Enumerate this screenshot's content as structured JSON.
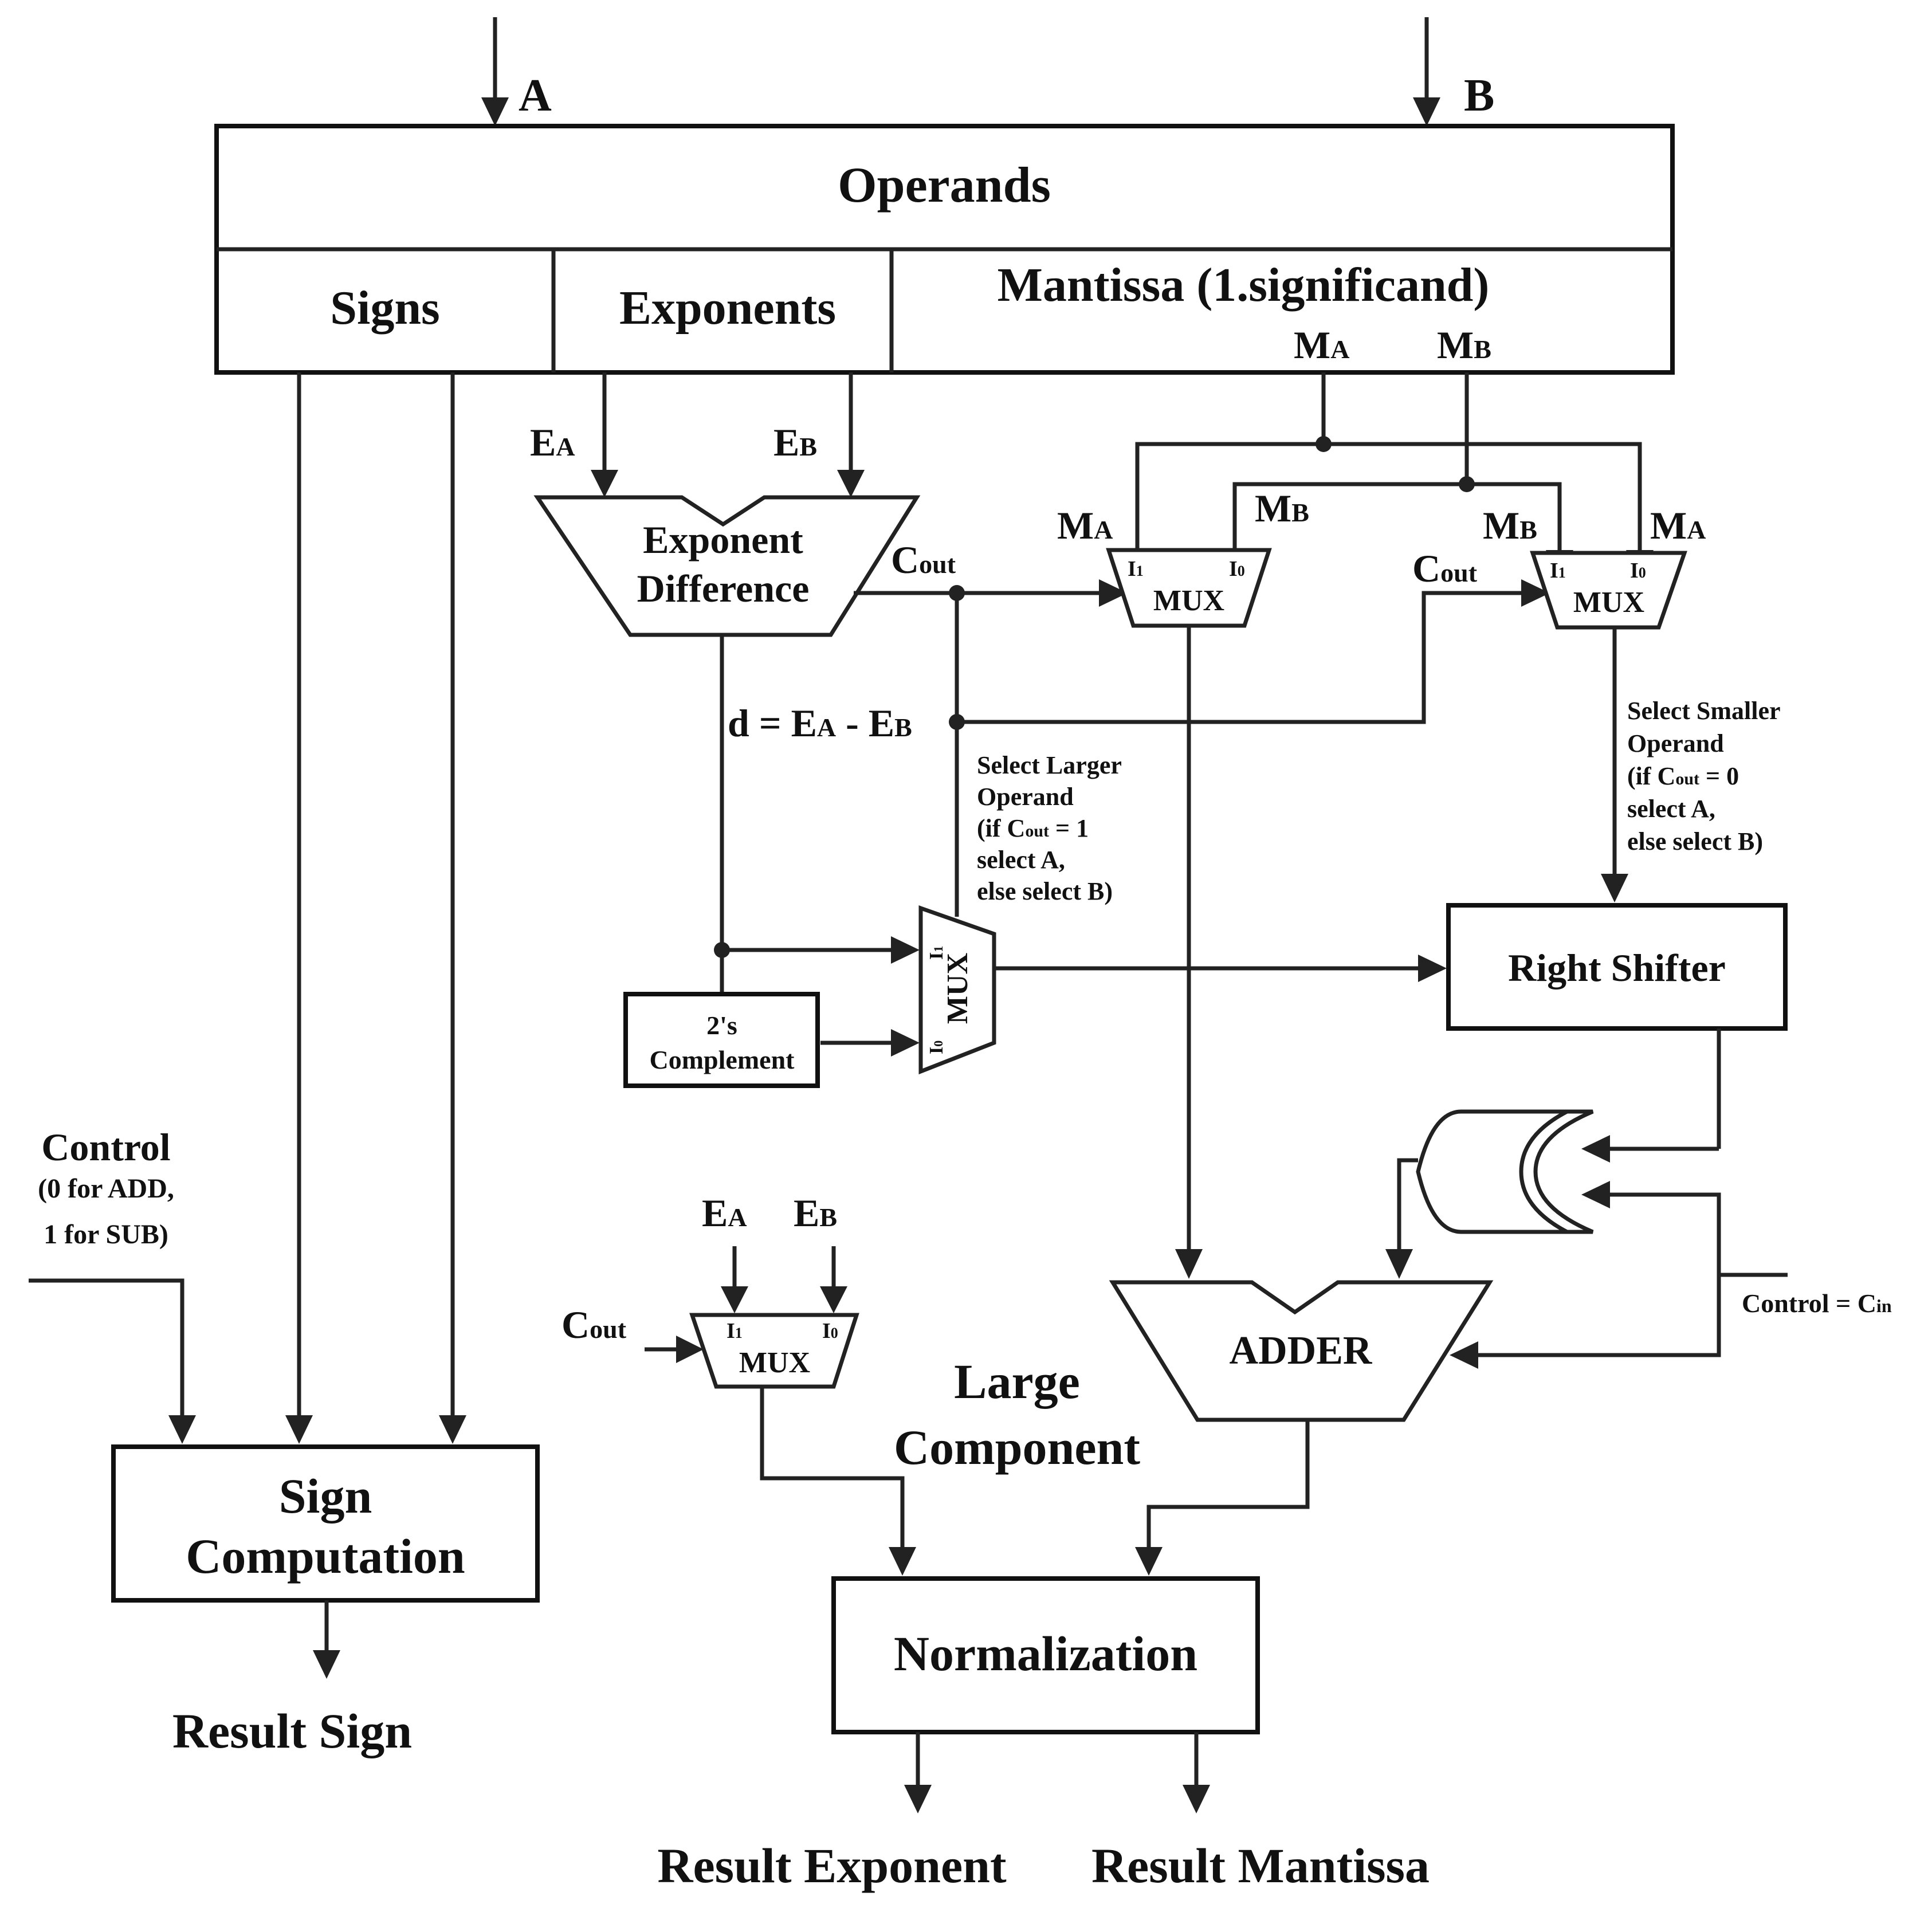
{
  "inputs": {
    "a": "A",
    "b": "B"
  },
  "operands": {
    "title": "Operands",
    "signs": "Signs",
    "exponents": "Exponents",
    "mantissa": "Mantissa (1.significand)"
  },
  "subscript_labels": {
    "m": "M",
    "e": "E",
    "a_sub": "A",
    "b_sub": "B",
    "c": "C",
    "out_sub": "out",
    "in_sub": "in"
  },
  "exponent_difference": {
    "line1": "Exponent",
    "line2": "Difference"
  },
  "d_label": {
    "prefix": "d = E",
    "middle": " - E"
  },
  "mux": {
    "label": "MUX",
    "i1": "I",
    "i0": "I",
    "sub1": "1",
    "sub0": "0"
  },
  "notes": {
    "larger": [
      "Select Larger",
      "Operand",
      "(if C",
      "out",
      " = 1",
      "select A,",
      "else select B)"
    ],
    "smaller": [
      "Select Smaller",
      "Operand",
      "(if C",
      "out",
      " = 0",
      "select A,",
      "else select B)"
    ]
  },
  "blocks": {
    "twos_complement": [
      "2's",
      "Complement"
    ],
    "right_shifter": "Right Shifter",
    "adder": "ADDER",
    "normalization": "Normalization",
    "sign_computation": [
      "Sign",
      "Computation"
    ]
  },
  "control": {
    "title": "Control",
    "line1": "(0 for ADD,",
    "line2": "1 for SUB)",
    "cin_prefix": "Control = C",
    "cin_sub": "in"
  },
  "large_component": [
    "Large",
    "Component"
  ],
  "outputs": {
    "sign": "Result Sign",
    "exponent": "Result Exponent",
    "mantissa": "Result Mantissa"
  }
}
